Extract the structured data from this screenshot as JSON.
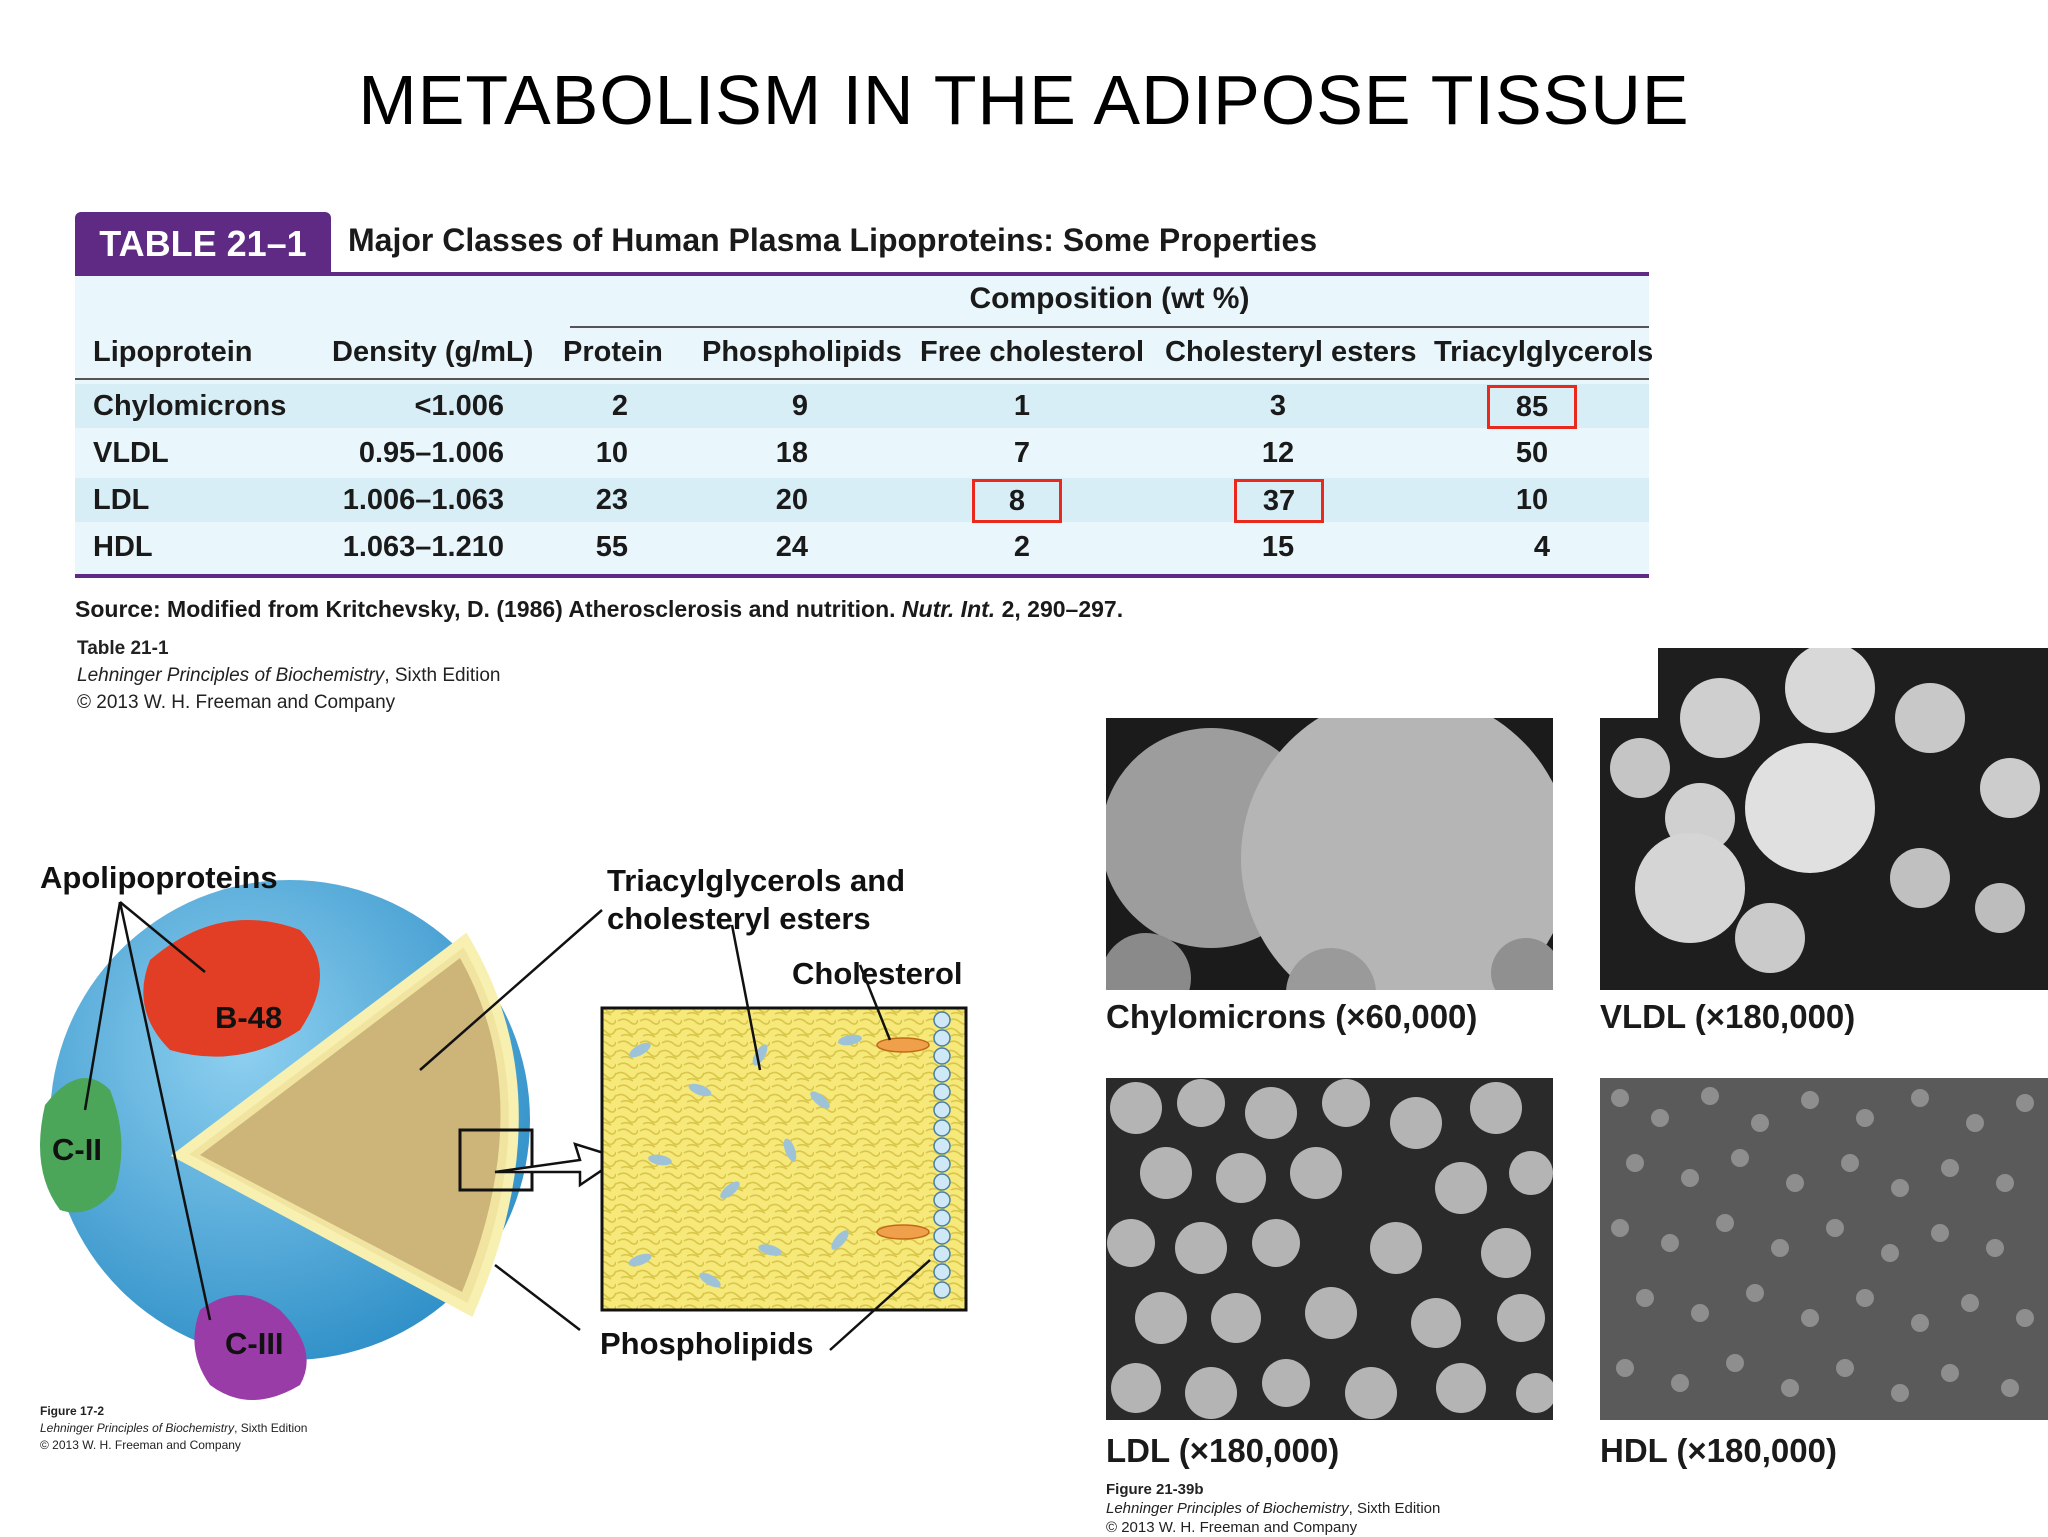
{
  "page": {
    "title": "METABOLISM IN THE ADIPOSE TISSUE"
  },
  "table": {
    "label": "TABLE 21–1",
    "title": "Major Classes of Human Plasma Lipoproteins: Some Properties",
    "composition_header": "Composition (wt %)",
    "columns": [
      "Lipoprotein",
      "Density (g/mL)",
      "Protein",
      "Phospholipids",
      "Free cholesterol",
      "Cholesteryl esters",
      "Triacylglycerols"
    ],
    "rows": [
      {
        "name": "Chylomicrons",
        "density": "<1.006",
        "protein": "2",
        "phospholipids": "9",
        "free_cholesterol": "1",
        "cholesteryl_esters": "3",
        "triacylglycerols": "85"
      },
      {
        "name": "VLDL",
        "density": "0.95–1.006",
        "protein": "10",
        "phospholipids": "18",
        "free_cholesterol": "7",
        "cholesteryl_esters": "12",
        "triacylglycerols": "50"
      },
      {
        "name": "LDL",
        "density": "1.006–1.063",
        "protein": "23",
        "phospholipids": "20",
        "free_cholesterol": "8",
        "cholesteryl_esters": "37",
        "triacylglycerols": "10"
      },
      {
        "name": "HDL",
        "density": "1.063–1.210",
        "protein": "55",
        "phospholipids": "24",
        "free_cholesterol": "2",
        "cholesteryl_esters": "15",
        "triacylglycerols": "4"
      }
    ],
    "highlight_color": "#e8291c",
    "accent_color": "#5e2a84",
    "source_label": "Source:",
    "source_text": "Modified from Kritchevsky, D. (1986) Atherosclerosis and nutrition.",
    "source_journal": "Nutr. Int.",
    "source_pages": "2, 290–297."
  },
  "table_credit": {
    "figure": "Table 21-1",
    "book": "Lehninger Principles of Biochemistry",
    "edition": ", Sixth Edition",
    "copyright": "© 2013 W. H. Freeman and Company"
  },
  "diagram": {
    "apolipoproteins_label": "Apolipoproteins",
    "b48": "B-48",
    "c2": "C-II",
    "c3": "C-III",
    "core_label_line1": "Triacylglycerols and",
    "core_label_line2": "cholesteryl esters",
    "cholesterol_label": "Cholesterol",
    "phospholipids_label": "Phospholipids",
    "credit_figure": "Figure 17-2",
    "credit_book": "Lehninger Principles of Biochemistry",
    "credit_edition": ", Sixth Edition",
    "credit_copyright": "© 2013 W. H. Freeman and Company"
  },
  "micrographs": {
    "chylomicrons": "Chylomicrons (×60,000)",
    "vldl": "VLDL (×180,000)",
    "ldl": "LDL (×180,000)",
    "hdl": "HDL (×180,000)",
    "credit_figure": "Figure 21-39b",
    "credit_book": "Lehninger Principles of Biochemistry",
    "credit_edition": ", Sixth Edition",
    "credit_copyright": "© 2013 W. H. Freeman and Company"
  }
}
